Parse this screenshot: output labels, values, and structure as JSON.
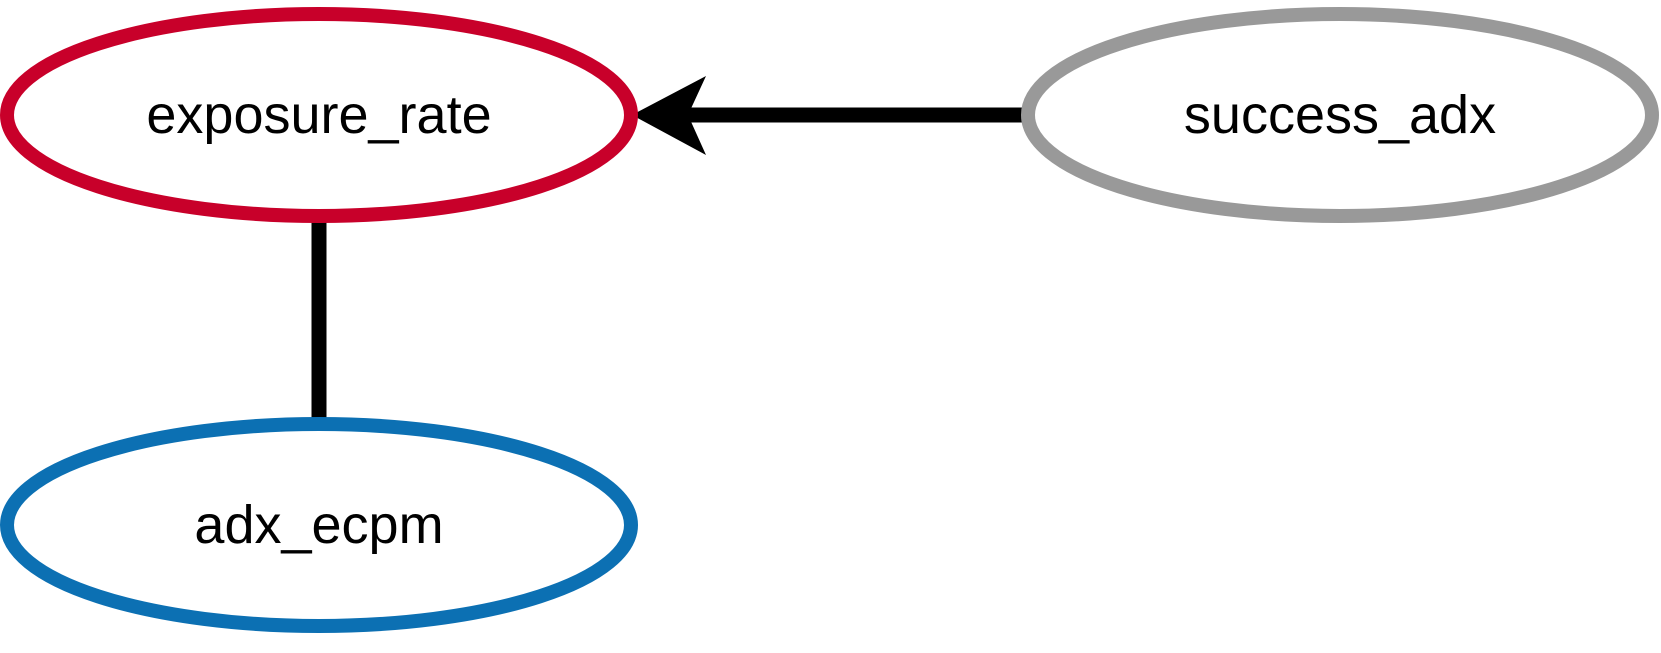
{
  "nodes": [
    {
      "id": "exposure_rate",
      "label": "exposure_rate",
      "color": "#c8002a"
    },
    {
      "id": "success_adx",
      "label": "success_adx",
      "color": "#999999"
    },
    {
      "id": "adx_ecpm",
      "label": "adx_ecpm",
      "color": "#0c70b3"
    }
  ],
  "edges": [
    {
      "from": "success_adx",
      "to": "exposure_rate",
      "directed": true
    },
    {
      "from": "exposure_rate",
      "to": "adx_ecpm",
      "directed": false
    }
  ],
  "colors": {
    "edge": "#000000",
    "background": "#ffffff"
  }
}
